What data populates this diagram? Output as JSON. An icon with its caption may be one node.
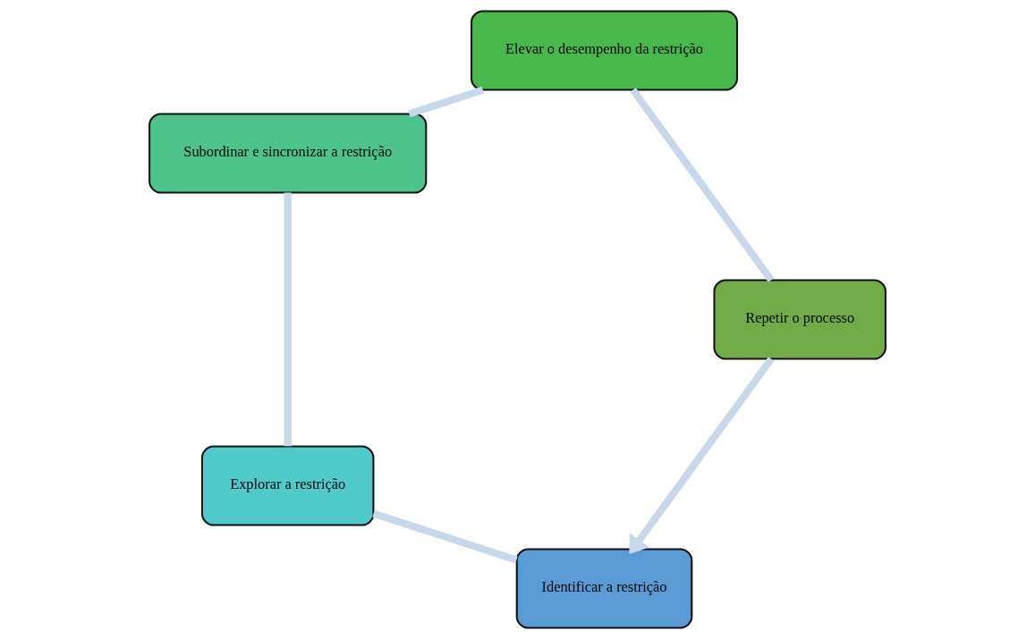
{
  "diagram": {
    "nodes": [
      {
        "text": [
          "Identificar a restrição"
        ]
      },
      {
        "text": [
          "Explorar a restrição"
        ]
      },
      {
        "text": [
          "Subordinar e sincronizar a restrição"
        ]
      },
      {
        "text": [
          "Elevar o desempenho da restrição"
        ]
      },
      {
        "text": [
          "Repetir o processo"
        ]
      }
    ],
    "edges": [
      {
        "from": 0,
        "to": 1,
        "arrow": "none"
      },
      {
        "from": 1,
        "to": 2,
        "arrow": "none"
      },
      {
        "from": 2,
        "to": 3,
        "arrow": "none"
      },
      {
        "from": 3,
        "to": 4,
        "arrow": "none"
      },
      {
        "from": 4,
        "to": 0,
        "arrow": "to"
      }
    ]
  }
}
